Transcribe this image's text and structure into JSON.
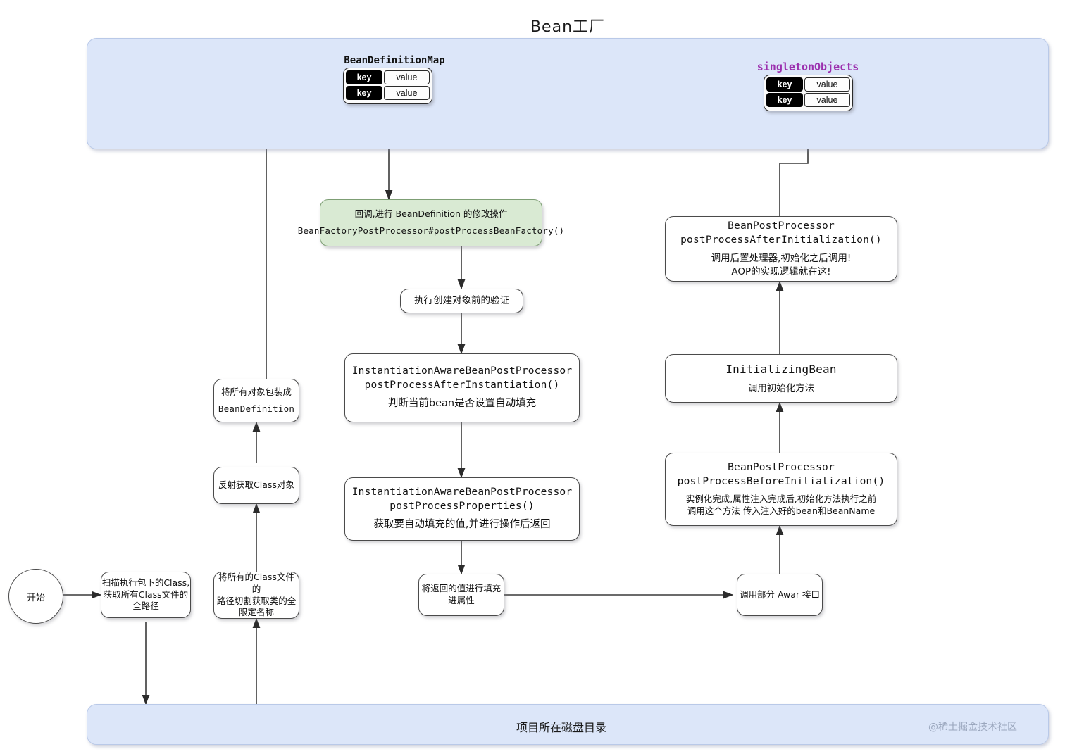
{
  "title": "Bean工厂",
  "panels": {
    "factory": {
      "name": "bean-factory-panel"
    },
    "disk": {
      "label": "项目所在磁盘目录",
      "watermark": "@稀土掘金技术社区"
    }
  },
  "maps": [
    {
      "id": "bean-definition-map",
      "label": "BeanDefinitionMap",
      "label_color": "#111111",
      "rows": [
        {
          "key": "key",
          "value": "value"
        },
        {
          "key": "key",
          "value": "value"
        }
      ]
    },
    {
      "id": "singleton-objects",
      "label": "singletonObjects",
      "label_color": "#9b2fae",
      "rows": [
        {
          "key": "key",
          "value": "value"
        },
        {
          "key": "key",
          "value": "value"
        }
      ]
    }
  ],
  "start_node": {
    "label": "开始"
  },
  "nodes": {
    "scan_classes": {
      "line1": "扫描执行包下的Class,",
      "line2": "获取所有Class文件的",
      "line3": "全路径"
    },
    "split_path": {
      "line1": "将所有的Class文件的",
      "line2": "路径切割获取类的全",
      "line3": "限定名称"
    },
    "reflect_class": {
      "line1": "反射获取Class对象"
    },
    "wrap_bd": {
      "line1": "将所有对象包装成",
      "line2": "BeanDefinition"
    },
    "bfpp": {
      "line1": "回调,进行 BeanDefinition 的修改操作",
      "line2": "BeanFactoryPostProcessor#postProcessBeanFactory()"
    },
    "validate": {
      "line1": "执行创建对象前的验证"
    },
    "iabpp_after_inst": {
      "api1": "InstantiationAwareBeanPostProcessor",
      "api2": "postProcessAfterInstantiation()",
      "desc1": "判断当前bean是否设置自动填充"
    },
    "iabpp_props": {
      "api1": "InstantiationAwareBeanPostProcessor",
      "api2": "postProcessProperties()",
      "desc1": "获取要自动填充的值,并进行操作后返回"
    },
    "fill_props": {
      "line1": "将返回的值进行填充",
      "line2": "进属性"
    },
    "aware": {
      "line1": "调用部分 Awar 接口"
    },
    "bpp_before": {
      "api1": "BeanPostProcessor",
      "api2": "postProcessBeforeInitialization()",
      "desc1": "实例化完成,属性注入完成后,初始化方法执行之前",
      "desc2": "调用这个方法  传入注入好的bean和BeanName"
    },
    "initializing_bean": {
      "api1": "InitializingBean",
      "desc1": "调用初始化方法"
    },
    "bpp_after": {
      "api1": "BeanPostProcessor",
      "api2": "postProcessAfterInitialization()",
      "desc1": "调用后置处理器,初始化之后调用!",
      "desc2": "AOP的实现逻辑就在这!"
    }
  },
  "colors": {
    "panel_fill": "#dce6f9",
    "panel_stroke": "#b9c9e8",
    "green_fill": "#d9ead3",
    "accent_purple": "#9b2fae",
    "line": "#3a3a3a"
  }
}
